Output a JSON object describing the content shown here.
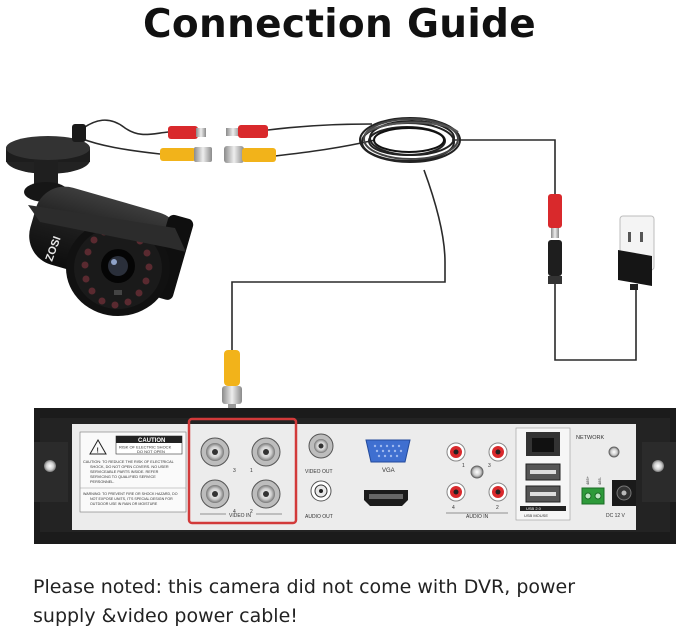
{
  "title": "Connection Guide",
  "note_line1": "Please noted: this camera did not come with DVR, power",
  "note_line2": "supply &video power cable!",
  "camera_brand": "ZOSI",
  "dvr": {
    "caution_title": "CAUTION",
    "caution_sub1": "RISK OF ELECTRIC SHOCK",
    "caution_sub2": "DO NOT OPEN",
    "caution_text1": "CAUTION: TO REDUCE THE RISK OF ELECTRICAL",
    "caution_text2": "SHOCK, DO NOT OPEN COVERS. NO USER",
    "caution_text3": "SERVICEABLE PARTS INSIDE. REFER",
    "caution_text4": "SERVICING TO QUALIFIED SERVICE",
    "caution_text5": "PERSONNEL.",
    "warning_text1": "WARNING: TO PREVENT FIRE OR SHOCK HAZARD, DO",
    "warning_text2": "NOT EXPOSE UNITS, IT'S SPECIAL DESIGN FOR",
    "warning_text3": "OUTDOOR USE IN RAIN OR MOISTURE",
    "ch3": "3",
    "ch1": "1",
    "ch4": "4",
    "ch2": "2",
    "video_in": "VIDEO IN",
    "video_out": "VIDEO OUT",
    "audio_out": "AUDIO OUT",
    "vga": "VGA",
    "audio_in": "AUDIO IN",
    "a1": "1",
    "a3": "3",
    "a4": "4",
    "a2": "2",
    "network": "NETWORK",
    "usb1": "USB 2.0",
    "usb2": "USB MOUSE",
    "rs485_a": "485+",
    "rs485_b": "485-",
    "dc": "DC 12 V"
  },
  "colors": {
    "highlight": "#d23a3a",
    "rca_red": "#d9292c",
    "bnc_yellow": "#f2b31a",
    "cable": "#2a2a2a",
    "dvr_body": "#1b1b1b",
    "panel": "#ececec",
    "vga_blue": "#3f6fd0",
    "terminal_green": "#2e9a3a"
  }
}
